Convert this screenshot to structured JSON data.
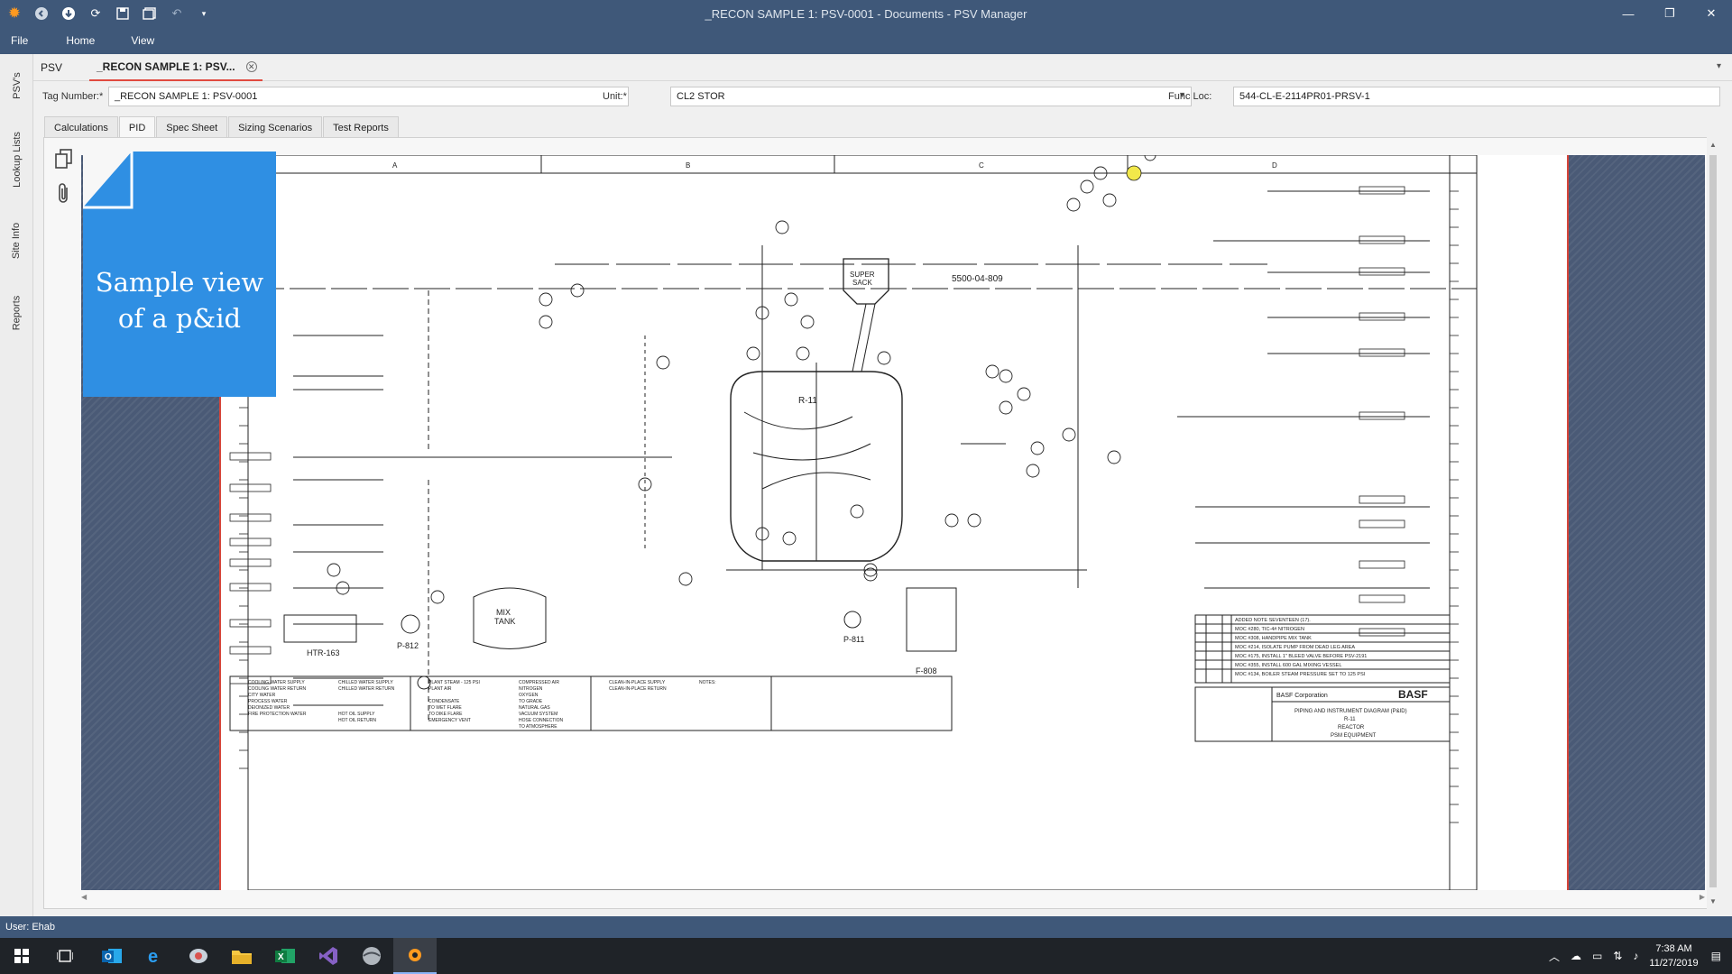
{
  "window": {
    "title": "_RECON SAMPLE 1: PSV-0001 - Documents - PSV Manager",
    "quick_access_icons": [
      "app-logo-icon",
      "back-circle-icon",
      "download-circle-icon",
      "refresh-icon",
      "save-icon",
      "save-all-icon",
      "undo-icon",
      "customize-chevron-icon"
    ],
    "controls": {
      "minimize": "—",
      "restore": "❐",
      "close": "✕"
    }
  },
  "menu": [
    "File",
    "Home",
    "View"
  ],
  "left_nav": [
    "PSV's",
    "Lookup Lists",
    "Site Info",
    "Reports"
  ],
  "doc_tabs": [
    {
      "label": "PSV",
      "active": false
    },
    {
      "label": "_RECON SAMPLE 1: PSV...",
      "active": true
    }
  ],
  "fields": {
    "tag_label": "Tag Number:*",
    "tag_value": "_RECON SAMPLE 1: PSV-0001",
    "unit_label": "Unit:*",
    "unit_value": "CL2 STOR",
    "func_label": "Func Loc:",
    "func_value": "544-CL-E-2114PR01-PRSV-1"
  },
  "inner_tabs": [
    {
      "label": "Calculations",
      "active": false
    },
    {
      "label": "PID",
      "active": true
    },
    {
      "label": "Spec Sheet",
      "active": false
    },
    {
      "label": "Sizing Scenarios",
      "active": false
    },
    {
      "label": "Test Reports",
      "active": false
    }
  ],
  "side_tools": [
    "copy-pages-icon",
    "paperclip-icon"
  ],
  "callout": {
    "line1": "Sample view",
    "line2": "of a p&id"
  },
  "drawing": {
    "columns": [
      "A",
      "B",
      "C",
      "D"
    ],
    "labels": {
      "number_tag": "5500-04-809",
      "super_sack_1": "SUPER",
      "super_sack_2": "SACK",
      "reactor": "R-11",
      "mix_tank_1": "MIX",
      "mix_tank_2": "TANK",
      "heater": "HTR-163",
      "pump_812": "P-812",
      "pump_811": "P-811",
      "filter": "F-808"
    },
    "title_block": {
      "company": "BASF Corporation",
      "logo": "BASF",
      "desc1": "PIPING AND INSTRUMENT DIAGRAM (P&ID)",
      "desc2": "R-11",
      "desc3": "REACTOR",
      "desc4": "PSM EQUIPMENT"
    },
    "revisions": [
      "ADDED NOTE SEVENTEEN (17).",
      "MOC #280, TIC-4# NITROGEN",
      "MOC #308, HANDPIPE MIX TANK",
      "MOC #214, ISOLATE PUMP FROM DEAD LEG AREA",
      "MOC #175, INSTALL 1\" BLEED VALVE BEFORE PSV-2191",
      "MOC #355, INSTALL 600 GAL MIXING VESSEL",
      "MOC #134, BOILER STEAM PRESSURE SET TO 125 PSI"
    ],
    "legend": [
      "COOLING WATER SUPPLY",
      "COOLING WATER RETURN",
      "CITY WATER",
      "PROCESS WATER",
      "DEIONIZED WATER",
      "FIRE PROTECTION WATER",
      "CHILLED WATER SUPPLY",
      "CHILLED WATER RETURN",
      "HOT OIL SUPPLY",
      "HOT OIL RETURN",
      "PLANT STEAM - 125 PSI",
      "PLANT AIR",
      "CONDENSATE",
      "TO WET FLARE",
      "TO DIKE FLARE",
      "EMERGENCY VENT",
      "COMPRESSED AIR",
      "NITROGEN",
      "OXYGEN",
      "TO GRADE",
      "NATURAL GAS",
      "VACUUM SYSTEM",
      "HOSE CONNECTION",
      "TO ATMOSPHERE",
      "CLEAN-IN-PLACE SUPPLY",
      "CLEAN-IN-PLACE RETURN"
    ],
    "notes_title": "NOTES:"
  },
  "status": {
    "user": "User: Ehab"
  },
  "taskbar": {
    "apps": [
      "windows-start-icon",
      "task-view-icon",
      "outlook-icon",
      "edge-icon",
      "psv-manager-alt-icon",
      "file-explorer-icon",
      "excel-icon",
      "visual-studio-icon",
      "browser-icon",
      "psv-manager-icon"
    ],
    "time": "7:38 AM",
    "date": "11/27/2019"
  },
  "colors": {
    "chrome": "#3f5879",
    "accent_red": "#e04a3f",
    "callout_blue": "#2f8fe3"
  }
}
